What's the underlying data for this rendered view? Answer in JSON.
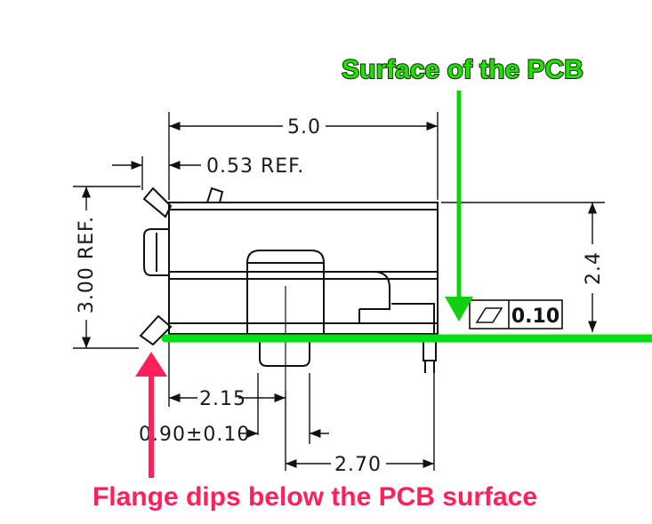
{
  "dimensions": {
    "width_top": "5.0",
    "ref_small": "0.53 REF.",
    "height_left": "3.00 REF.",
    "height_right": "2.4",
    "dim_215": "2.15",
    "dim_090": "0.90±0.10",
    "dim_270": "2.70"
  },
  "tolerance": {
    "value": "0.10"
  },
  "annotations": {
    "pcb_surface": "Surface of the PCB",
    "flange_note": "Flange dips below the PCB surface"
  },
  "colors": {
    "pcb_line": "#00e01a",
    "pcb_label_fill": "#22e000",
    "flange_arrow": "#ff1f5a",
    "drawing": "#111111"
  }
}
